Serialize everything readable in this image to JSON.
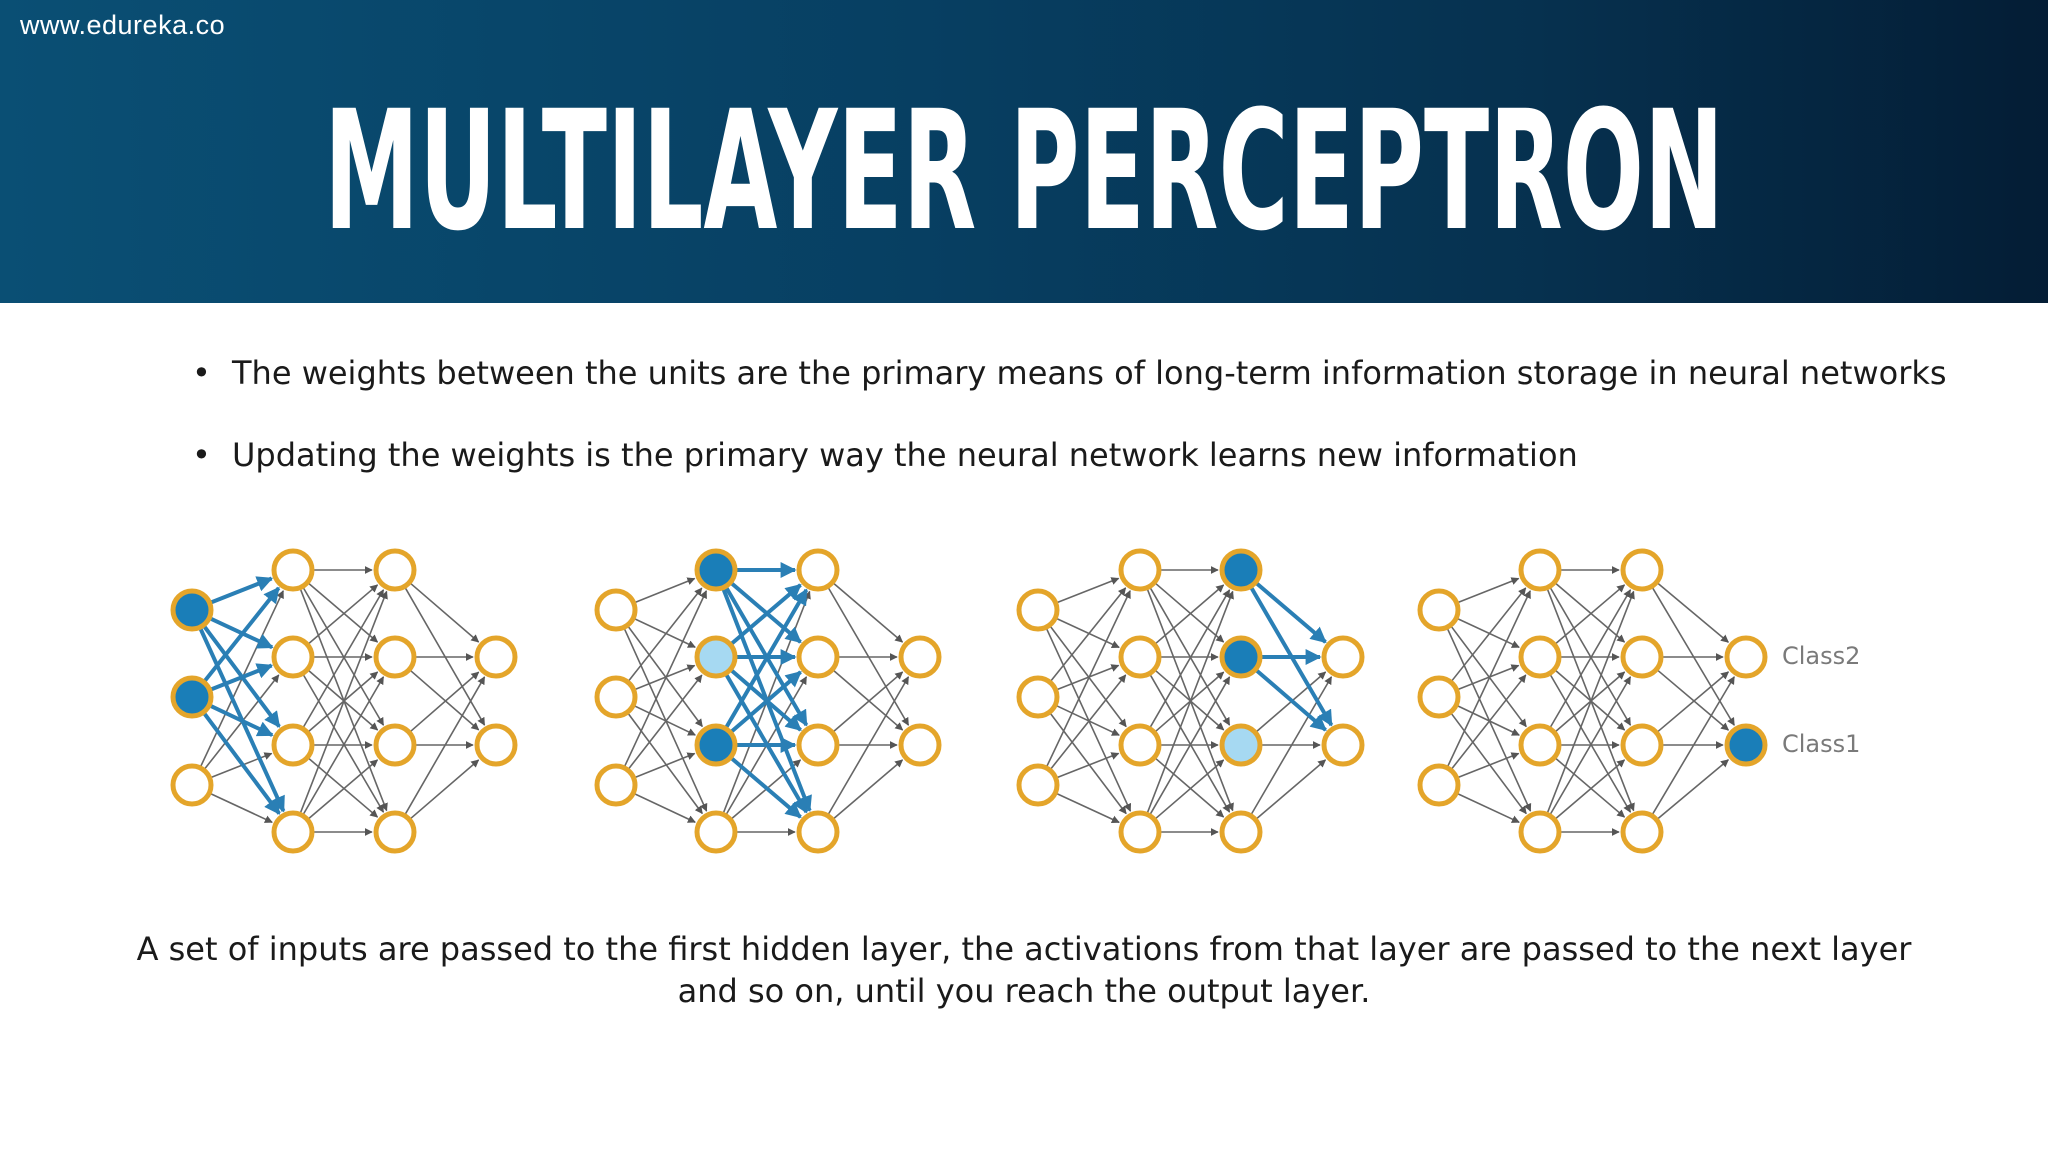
{
  "watermark": "www.edureka.co",
  "title": "MULTILAYER PERCEPTRON",
  "bullets": [
    "The weights between the units are the primary means of long-term information storage in neural networks",
    "Updating the weights is the primary way the neural network learns new information"
  ],
  "diagram": {
    "class_labels": [
      "Class2",
      "Class1"
    ],
    "colors": {
      "node_ring": "#e4a52a",
      "active_node": "#1a7eb8",
      "partial_node": "#a6d9f2",
      "gray_edge": "#666666",
      "active_edge": "#2a7fb5"
    }
  },
  "caption": {
    "line1": "A set of inputs are passed to the first hidden layer, the activations from that layer are passed to the next layer",
    "line2": "and so on, until you reach the output layer."
  }
}
